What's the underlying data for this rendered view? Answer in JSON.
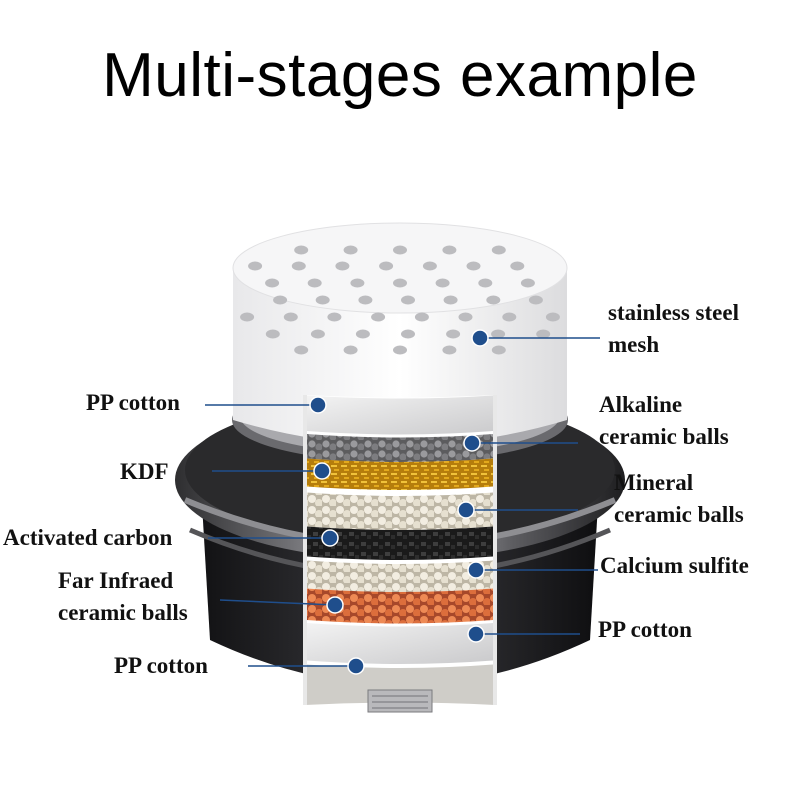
{
  "title": "Multi-stages example",
  "labels": {
    "stainless_steel_mesh_line1": "stainless steel",
    "stainless_steel_mesh_line2": "mesh",
    "pp_cotton_top": "PP cotton",
    "alkaline_line1": "Alkaline",
    "alkaline_line2": "ceramic balls",
    "kdf": "KDF",
    "mineral_line1": "Mineral",
    "mineral_line2": "ceramic balls",
    "activated_carbon": "Activated carbon",
    "calcium_sulfite": "Calcium sulfite",
    "far_infrared_line1": "Far Infraed",
    "far_infrared_line2": "ceramic balls",
    "pp_cotton_right": "PP cotton",
    "pp_cotton_bottom": "PP cotton"
  },
  "colors": {
    "leader_line": "#1f4e8c",
    "marker_dot": "#1f4e8c",
    "kdf_layer": "#d4a017",
    "carbon_layer": "#2b2b2b",
    "far_infrared_layer": "#e0743a",
    "ceramic_layer": "#ece6d6"
  }
}
